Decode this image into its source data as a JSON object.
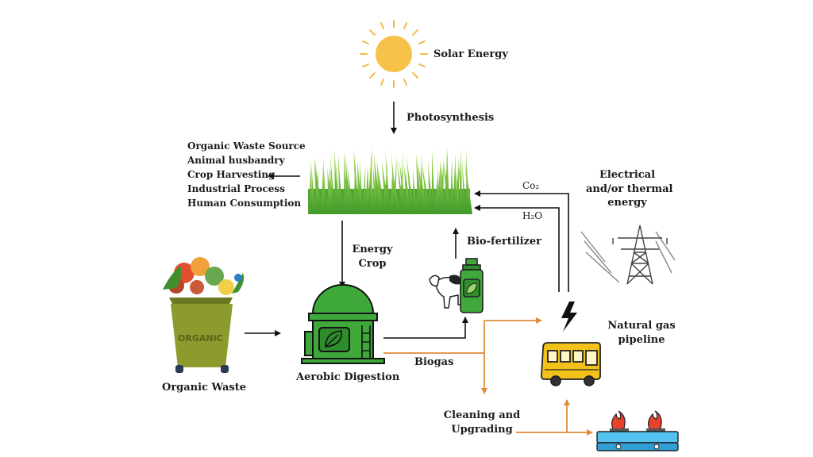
{
  "labels": {
    "solar_energy": "Solar Energy",
    "photosynthesis": "Photosynthesis",
    "energy_crop_line1": "Energy",
    "energy_crop_line2": "Crop",
    "bio_fertilizer": "Bio-fertilizer",
    "co2": "Co₂",
    "h2o": "H₂O",
    "electrical_line1": "Electrical",
    "electrical_line2": "and/or thermal",
    "electrical_line3": "energy",
    "natural_gas_line1": "Natural gas",
    "natural_gas_line2": "pipeline",
    "organic_waste": "Organic Waste",
    "aerobic_digestion": "Aerobic Digestion",
    "biogas": "Biogas",
    "cleaning_line1": "Cleaning and",
    "cleaning_line2": "Upgrading",
    "bin_text": "ORGANIC"
  },
  "sources": [
    "Organic Waste Source",
    "Animal husbandry",
    "Crop Harvesting",
    "Industrial Process",
    "Human Consumption"
  ],
  "colors": {
    "arrow_black": "#111111",
    "arrow_orange": "#e08a3c",
    "grass": "#5fb83a",
    "digester": "#3ea93a",
    "bin": "#8c9a2e",
    "bus": "#f2c21b",
    "sun": "#f7c24a",
    "stove": "#2f9fd6"
  },
  "icons": [
    "sun-icon",
    "grass-icon",
    "waste-bin-icon",
    "digester-icon",
    "cow-icon",
    "fertilizer-bottle-icon",
    "power-tower-icon",
    "lightning-icon",
    "bus-icon",
    "gas-stove-icon"
  ]
}
